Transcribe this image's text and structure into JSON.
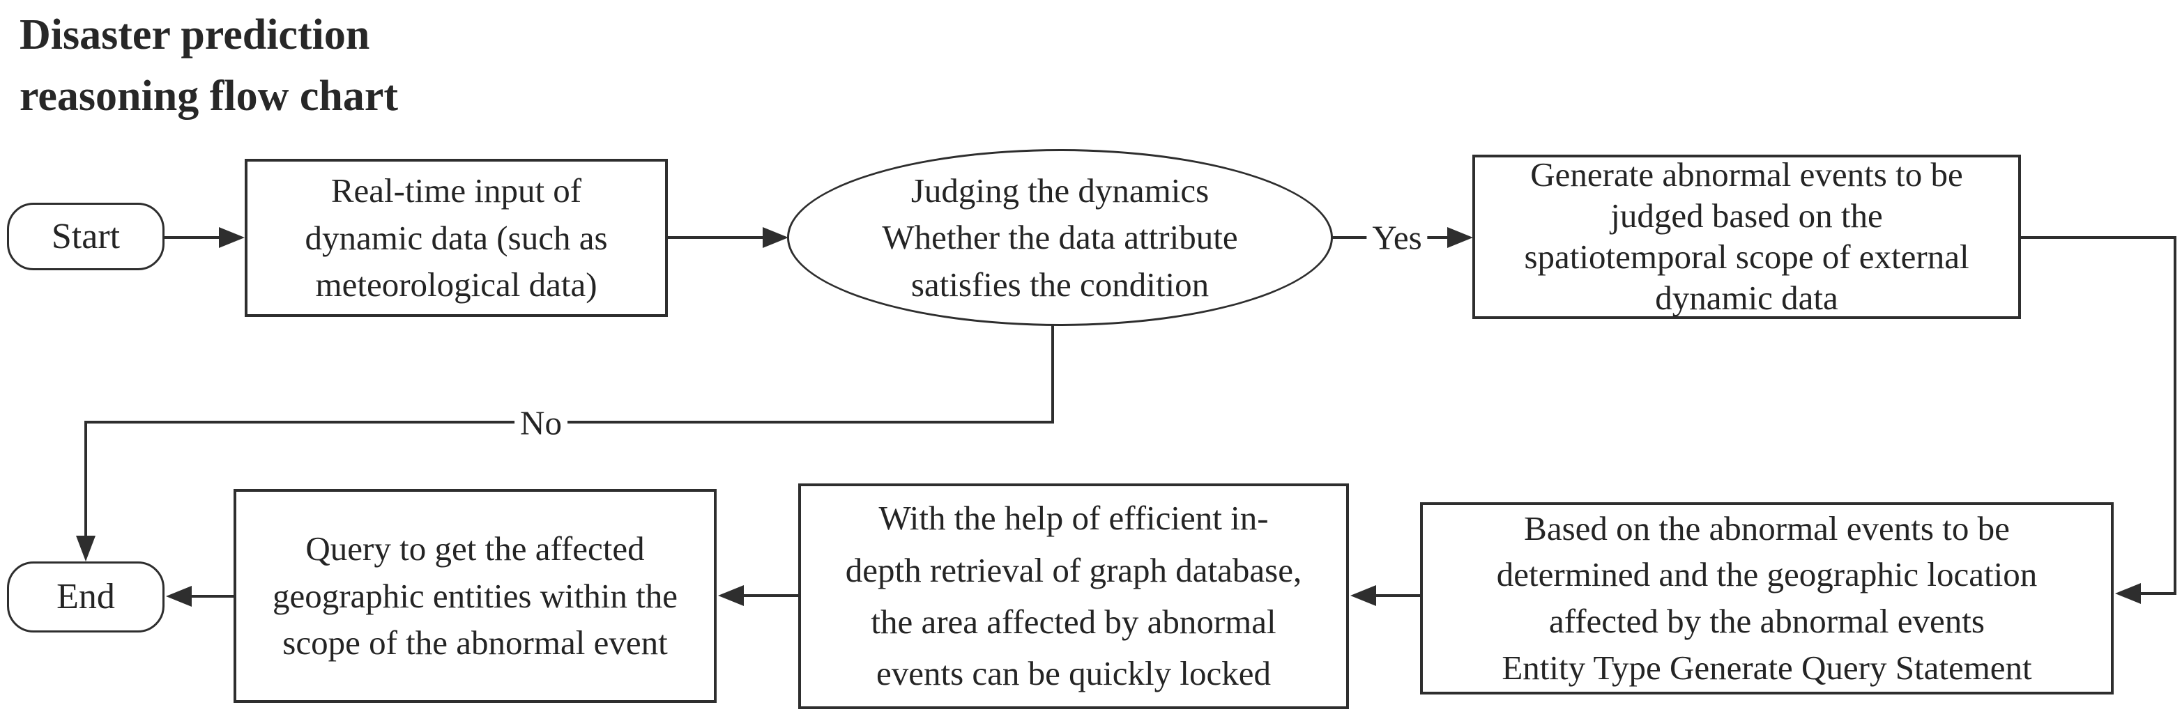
{
  "title": {
    "line1": "Disaster prediction",
    "line2": "reasoning flow chart"
  },
  "nodes": {
    "start": {
      "label": "Start"
    },
    "input": {
      "lines": [
        "Real-time input of",
        "dynamic data (such as",
        "meteorological data)"
      ]
    },
    "decision": {
      "lines": [
        "Judging the dynamics",
        "Whether the data attribute",
        "satisfies the condition"
      ]
    },
    "generate": {
      "lines": [
        "Generate abnormal events to be",
        "judged based on the",
        "spatiotemporal scope of external",
        "dynamic data"
      ]
    },
    "based": {
      "lines": [
        "Based on the abnormal events to be",
        "determined and the geographic location",
        "affected by the abnormal events",
        "Entity Type Generate Query Statement"
      ]
    },
    "retrieval": {
      "lines": [
        "With the help of efficient in-",
        "depth retrieval of graph database,",
        "the area affected by abnormal",
        "events can be quickly locked"
      ]
    },
    "query": {
      "lines": [
        "Query to get the affected",
        "geographic entities within the",
        "scope of the abnormal event"
      ]
    },
    "end": {
      "label": "End"
    }
  },
  "edges": {
    "yes_label": "Yes",
    "no_label": "No"
  },
  "colors": {
    "stroke": "#2e2e2e",
    "text": "#242424",
    "background": "#ffffff"
  }
}
